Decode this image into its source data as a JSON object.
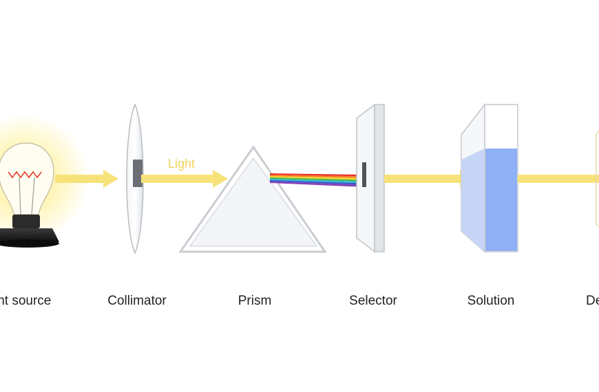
{
  "diagram": {
    "beam_label": "Light",
    "components": [
      {
        "id": "light-source",
        "label": "ght source"
      },
      {
        "id": "collimator",
        "label": "Collimator"
      },
      {
        "id": "prism",
        "label": "Prism"
      },
      {
        "id": "selector",
        "label": "Selector"
      },
      {
        "id": "solution",
        "label": "Solution"
      },
      {
        "id": "detector",
        "label": "De"
      }
    ],
    "colors": {
      "beam": "#f7e27a",
      "beam_label": "#f2d25a",
      "glow": "#fff3a8",
      "solution": "#8fb0f5",
      "glass": "#e9ecef"
    }
  }
}
